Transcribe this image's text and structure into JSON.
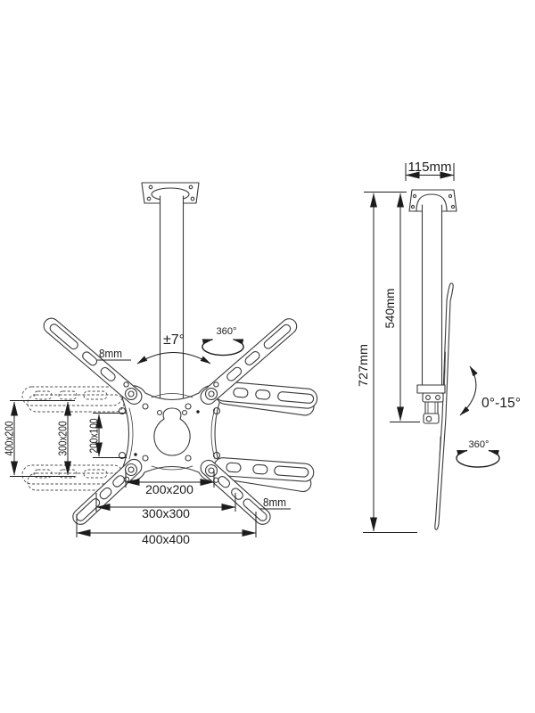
{
  "colors": {
    "background": "#ffffff",
    "drawing_line": "#3a3a3a",
    "annotation": "#1c1c1c"
  },
  "front_view": {
    "arm_thickness_top_label": "8mm",
    "tilt_label": "±7°",
    "rotation_label": "360°",
    "vesa_vertical": {
      "v400x200": "400x200",
      "v300x200": "300x200",
      "v200x100": "200x100"
    },
    "vesa_horizontal": {
      "v200x200": "200x200",
      "v300x300": "300x300",
      "v400x400": "400x400"
    },
    "arm_thickness_bottom_label": "8mm"
  },
  "side_view": {
    "plate_width_label": "115mm",
    "pole_length_label": "540mm",
    "total_drop_label": "727mm",
    "tilt_range_label": "0°-15°",
    "rotation_label": "360°"
  }
}
